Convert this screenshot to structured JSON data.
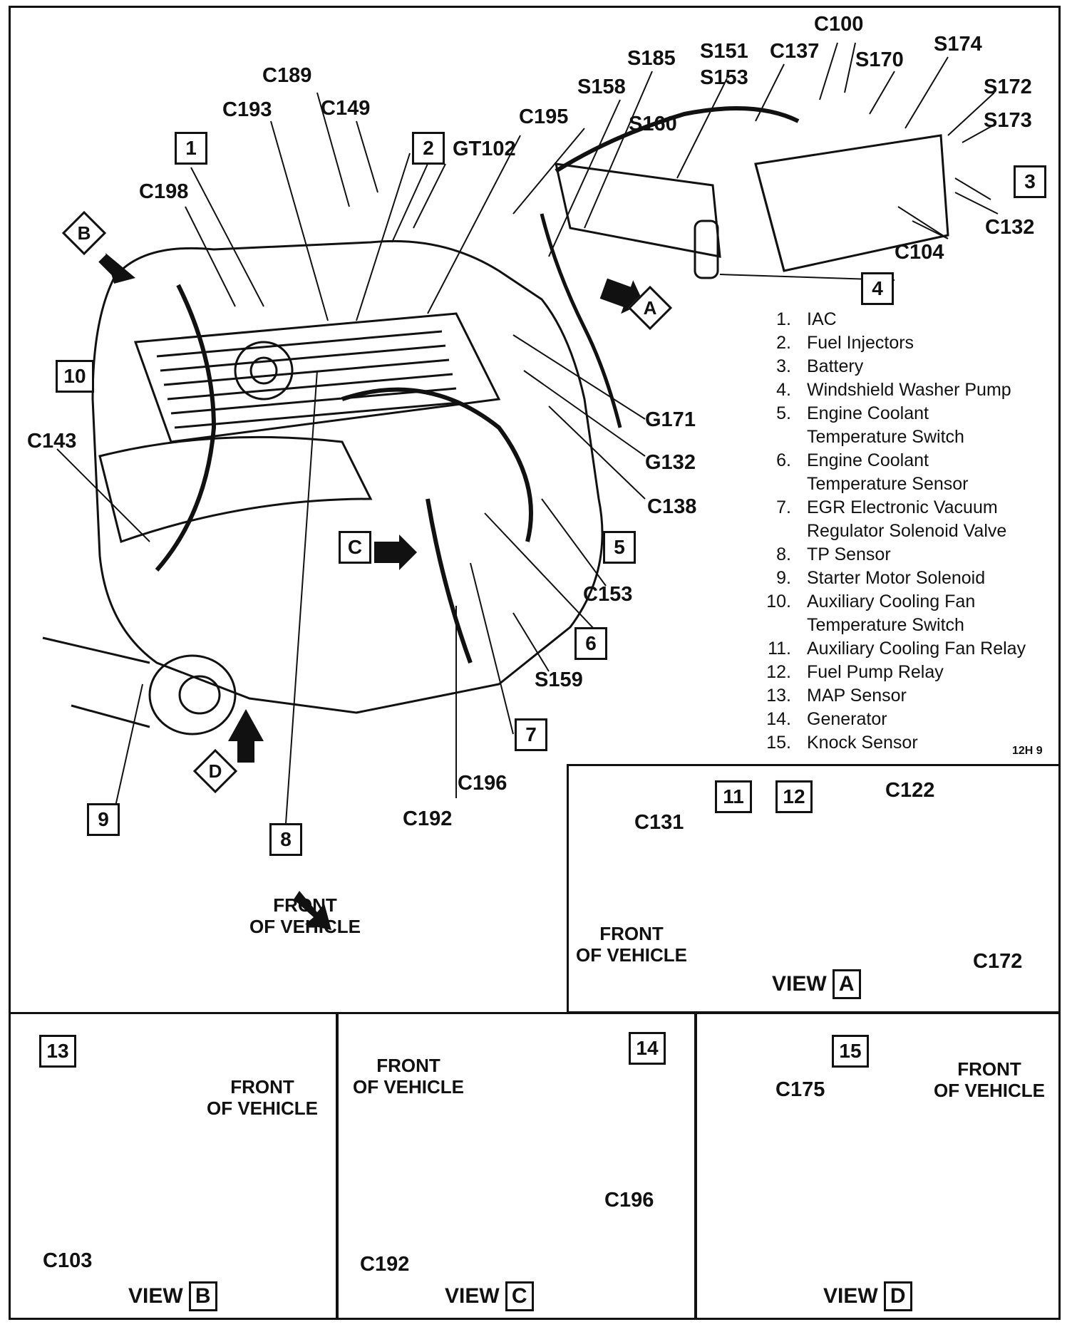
{
  "main_labels": [
    "C100",
    "S151",
    "S153",
    "C137",
    "S170",
    "S174",
    "S172",
    "S173",
    "S185",
    "S158",
    "C195",
    "S160",
    "C189",
    "C149",
    "C193",
    "GT102",
    "C198",
    "C132",
    "C104",
    "G171",
    "G132",
    "C138",
    "C143",
    "C153",
    "S159",
    "C196",
    "C192"
  ],
  "callouts": [
    "1",
    "2",
    "3",
    "4",
    "5",
    "6",
    "7",
    "8",
    "9",
    "10"
  ],
  "view_arrows": [
    "A",
    "B",
    "C",
    "D"
  ],
  "legend": [
    {
      "n": "1.",
      "t": "IAC"
    },
    {
      "n": "2.",
      "t": "Fuel Injectors"
    },
    {
      "n": "3.",
      "t": "Battery"
    },
    {
      "n": "4.",
      "t": "Windshield Washer Pump"
    },
    {
      "n": "5.",
      "t": "Engine Coolant"
    },
    {
      "n": "",
      "t": "Temperature Switch"
    },
    {
      "n": "6.",
      "t": "Engine Coolant"
    },
    {
      "n": "",
      "t": "Temperature Sensor"
    },
    {
      "n": "7.",
      "t": "EGR Electronic Vacuum"
    },
    {
      "n": "",
      "t": "Regulator Solenoid Valve"
    },
    {
      "n": "8.",
      "t": "TP Sensor"
    },
    {
      "n": "9.",
      "t": "Starter Motor Solenoid"
    },
    {
      "n": "10.",
      "t": "Auxiliary Cooling Fan"
    },
    {
      "n": "",
      "t": "Temperature Switch"
    },
    {
      "n": "11.",
      "t": "Auxiliary Cooling Fan Relay"
    },
    {
      "n": "12.",
      "t": "Fuel Pump Relay"
    },
    {
      "n": "13.",
      "t": "MAP Sensor"
    },
    {
      "n": "14.",
      "t": "Generator"
    },
    {
      "n": "15.",
      "t": "Knock Sensor"
    }
  ],
  "figure_code": "12H 9",
  "front_text_line1": "FRONT",
  "front_text_line2": "OF VEHICLE",
  "view_word": "VIEW",
  "view_a": {
    "letter": "A",
    "labels": [
      "C131",
      "C122",
      "C172"
    ],
    "callouts": [
      "11",
      "12"
    ]
  },
  "view_b": {
    "letter": "B",
    "labels": [
      "C103"
    ],
    "callouts": [
      "13"
    ]
  },
  "view_c": {
    "letter": "C",
    "labels": [
      "C196",
      "C192"
    ],
    "callouts": [
      "14"
    ]
  },
  "view_d": {
    "letter": "D",
    "labels": [
      "C175"
    ],
    "callouts": [
      "15"
    ]
  }
}
